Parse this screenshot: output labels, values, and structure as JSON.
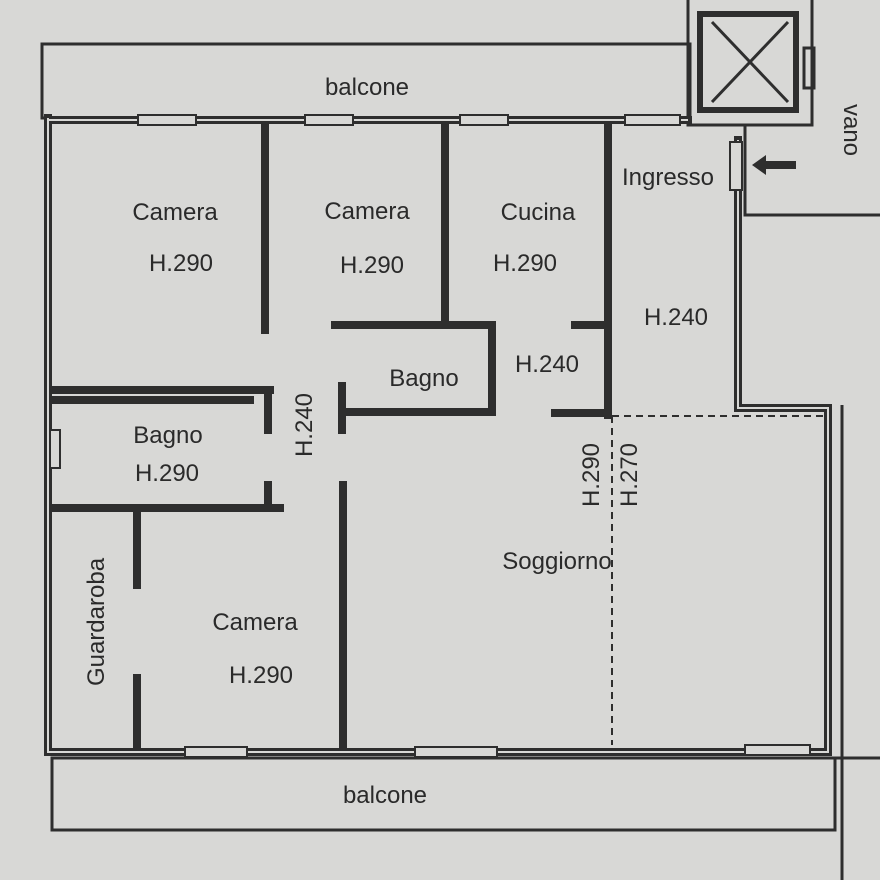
{
  "rooms": [
    {
      "name": "Camera",
      "height": "H.290"
    },
    {
      "name": "Camera",
      "height": "H.290"
    },
    {
      "name": "Cucina",
      "height": "H.290"
    },
    {
      "name": "Ingresso",
      "height": "H.240"
    },
    {
      "name": "Bagno",
      "height": ""
    },
    {
      "name": "Bagno",
      "height": "H.290"
    },
    {
      "name": "Camera",
      "height": "H.290"
    },
    {
      "name": "Guardaroba",
      "height": ""
    },
    {
      "name": "Soggiorno",
      "height": ""
    }
  ],
  "extra_heights": {
    "corridor": "H.240",
    "kitchen_passage": "H.240",
    "living_left": "H.290",
    "living_right": "H.270"
  },
  "balconies": {
    "top": "balcone",
    "bottom": "balcone"
  },
  "stairwell": "vano",
  "colors": {
    "paper": "#d8d8d6",
    "ink": "#2e2e2e"
  }
}
